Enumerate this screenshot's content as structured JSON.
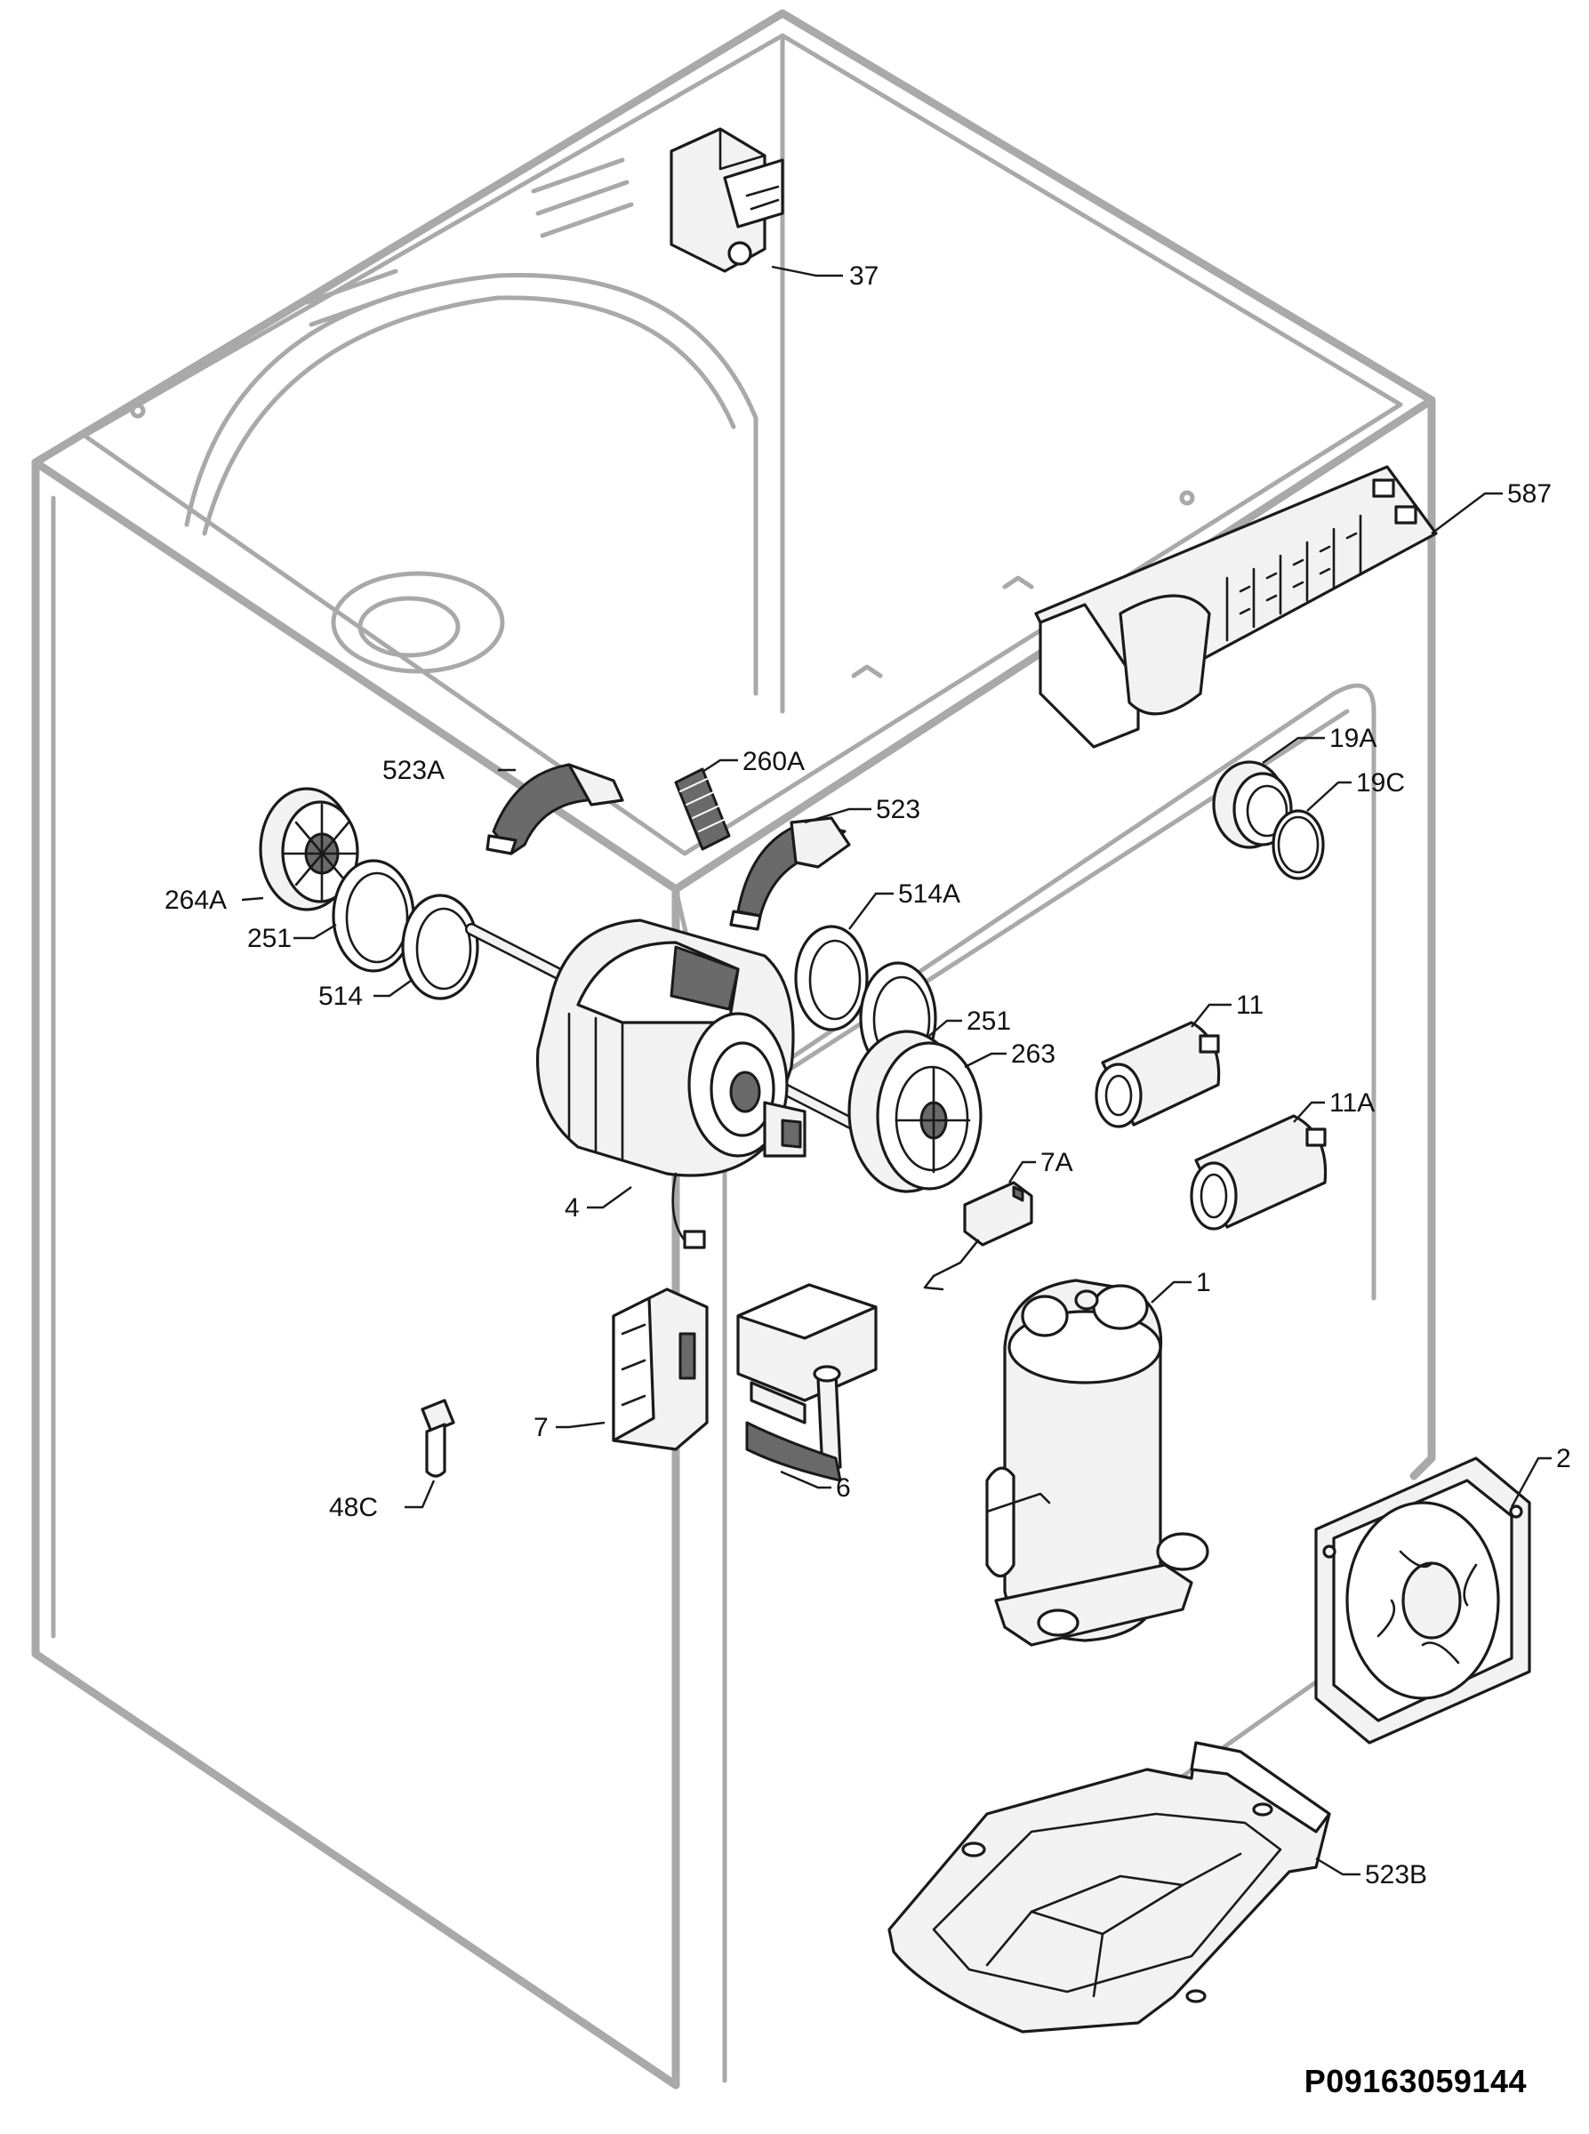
{
  "drawing_code": "P09163059144",
  "part_labels": {
    "p37": "37",
    "p587": "587",
    "p523A": "523A",
    "p260A": "260A",
    "p523": "523",
    "p19A": "19A",
    "p19C": "19C",
    "p264A": "264A",
    "p251_left": "251",
    "p514": "514",
    "p514A": "514A",
    "p251_right": "251",
    "p263": "263",
    "p11": "11",
    "p11A": "11A",
    "p7A": "7A",
    "p4": "4",
    "p1": "1",
    "p7": "7",
    "p6": "6",
    "p48C": "48C",
    "p2": "2",
    "p523B": "523B"
  }
}
